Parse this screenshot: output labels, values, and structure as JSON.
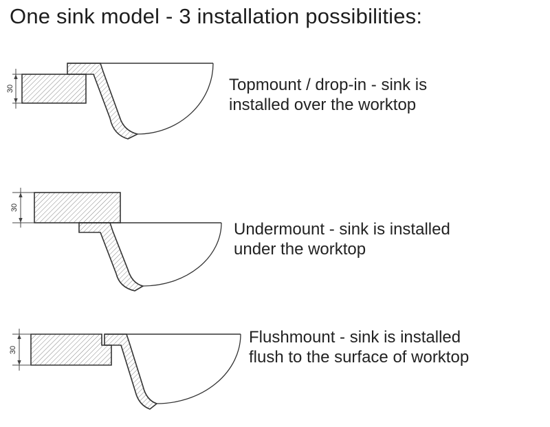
{
  "title": "One sink model - 3 installation possibilities:",
  "diagrams": [
    {
      "name": "topmount",
      "dimension_label": "30",
      "caption_lines": [
        "Topmount / drop-in - sink is",
        "installed over the worktop"
      ]
    },
    {
      "name": "undermount",
      "dimension_label": "30",
      "caption_lines": [
        "Undermount - sink is installed",
        "under the worktop"
      ]
    },
    {
      "name": "flushmount",
      "dimension_label": "30",
      "caption_lines": [
        "Flushmount - sink is installed",
        "flush to the surface of worktop"
      ]
    }
  ],
  "colors": {
    "line": "#333333",
    "hatch": "#777777",
    "text": "#1e1e1e",
    "background": "#ffffff"
  }
}
